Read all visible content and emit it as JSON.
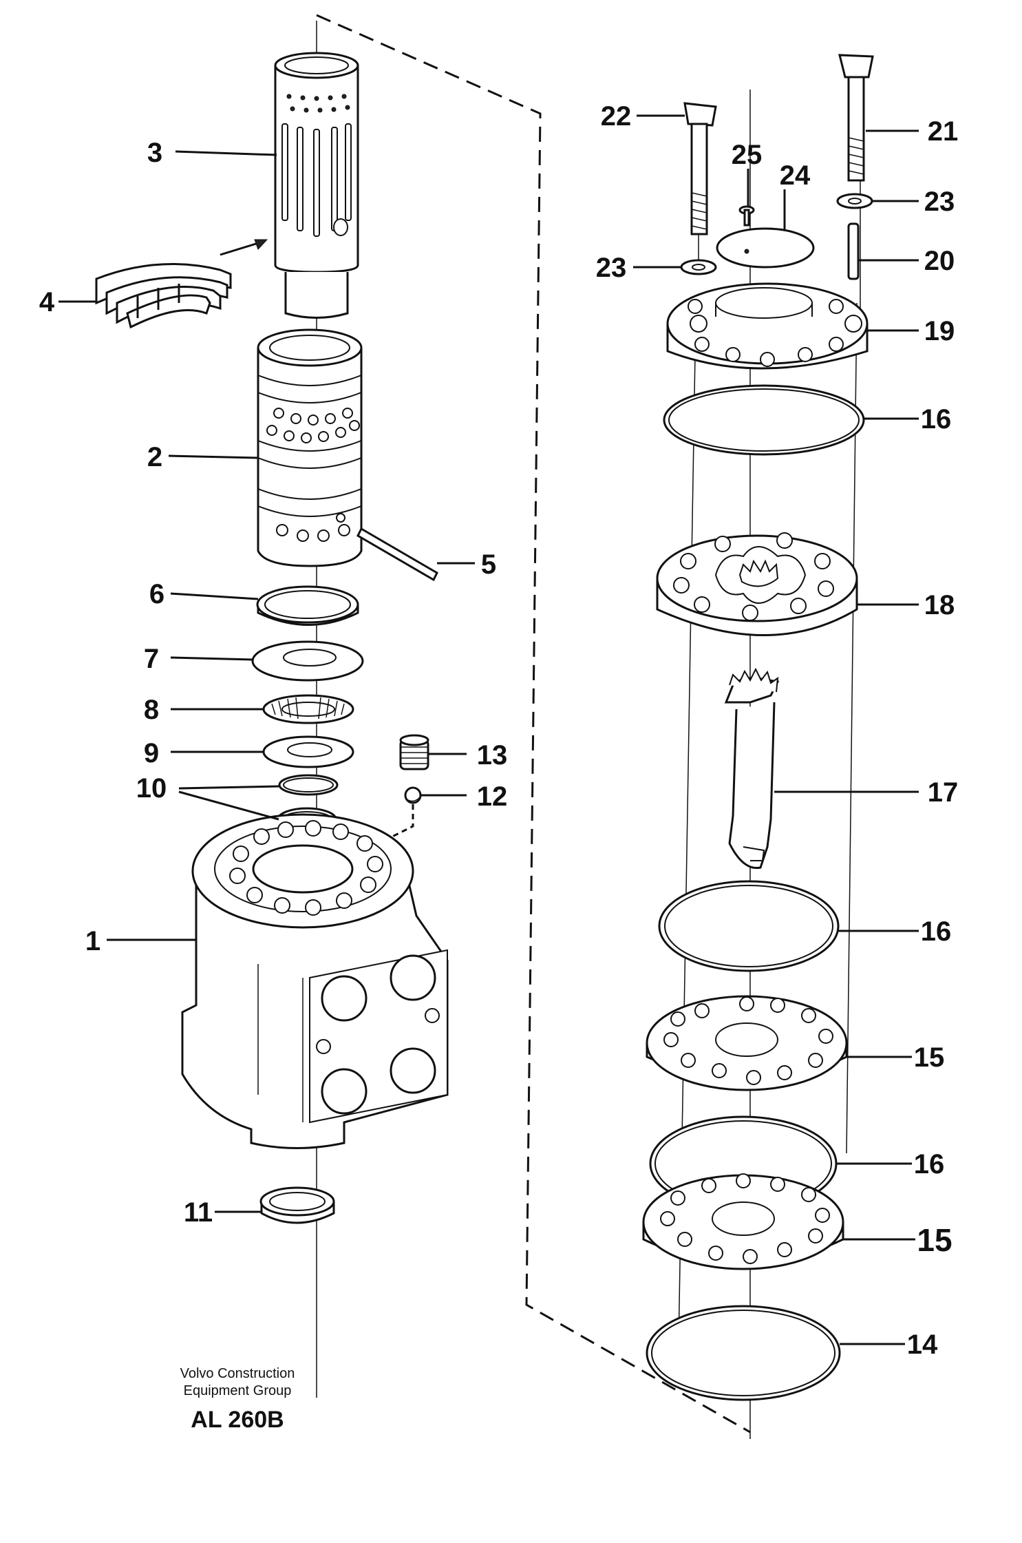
{
  "diagram": {
    "callouts": [
      {
        "id": "1",
        "text": "1"
      },
      {
        "id": "2",
        "text": "2"
      },
      {
        "id": "3",
        "text": "3"
      },
      {
        "id": "4",
        "text": "4"
      },
      {
        "id": "5",
        "text": "5"
      },
      {
        "id": "6",
        "text": "6"
      },
      {
        "id": "7",
        "text": "7"
      },
      {
        "id": "8",
        "text": "8"
      },
      {
        "id": "9",
        "text": "9"
      },
      {
        "id": "10",
        "text": "10"
      },
      {
        "id": "11",
        "text": "11"
      },
      {
        "id": "12",
        "text": "12"
      },
      {
        "id": "13",
        "text": "13"
      },
      {
        "id": "14",
        "text": "14"
      },
      {
        "id": "15a",
        "text": "15"
      },
      {
        "id": "15b",
        "text": "15"
      },
      {
        "id": "16a",
        "text": "16"
      },
      {
        "id": "16b",
        "text": "16"
      },
      {
        "id": "16c",
        "text": "16"
      },
      {
        "id": "17",
        "text": "17"
      },
      {
        "id": "18",
        "text": "18"
      },
      {
        "id": "19",
        "text": "19"
      },
      {
        "id": "20",
        "text": "20"
      },
      {
        "id": "21",
        "text": "21"
      },
      {
        "id": "22",
        "text": "22"
      },
      {
        "id": "23a",
        "text": "23"
      },
      {
        "id": "23b",
        "text": "23"
      },
      {
        "id": "24",
        "text": "24"
      },
      {
        "id": "25",
        "text": "25"
      }
    ],
    "caption": {
      "line1": "Volvo Construction",
      "line2": "Equipment Group",
      "code": "AL 260B"
    }
  }
}
